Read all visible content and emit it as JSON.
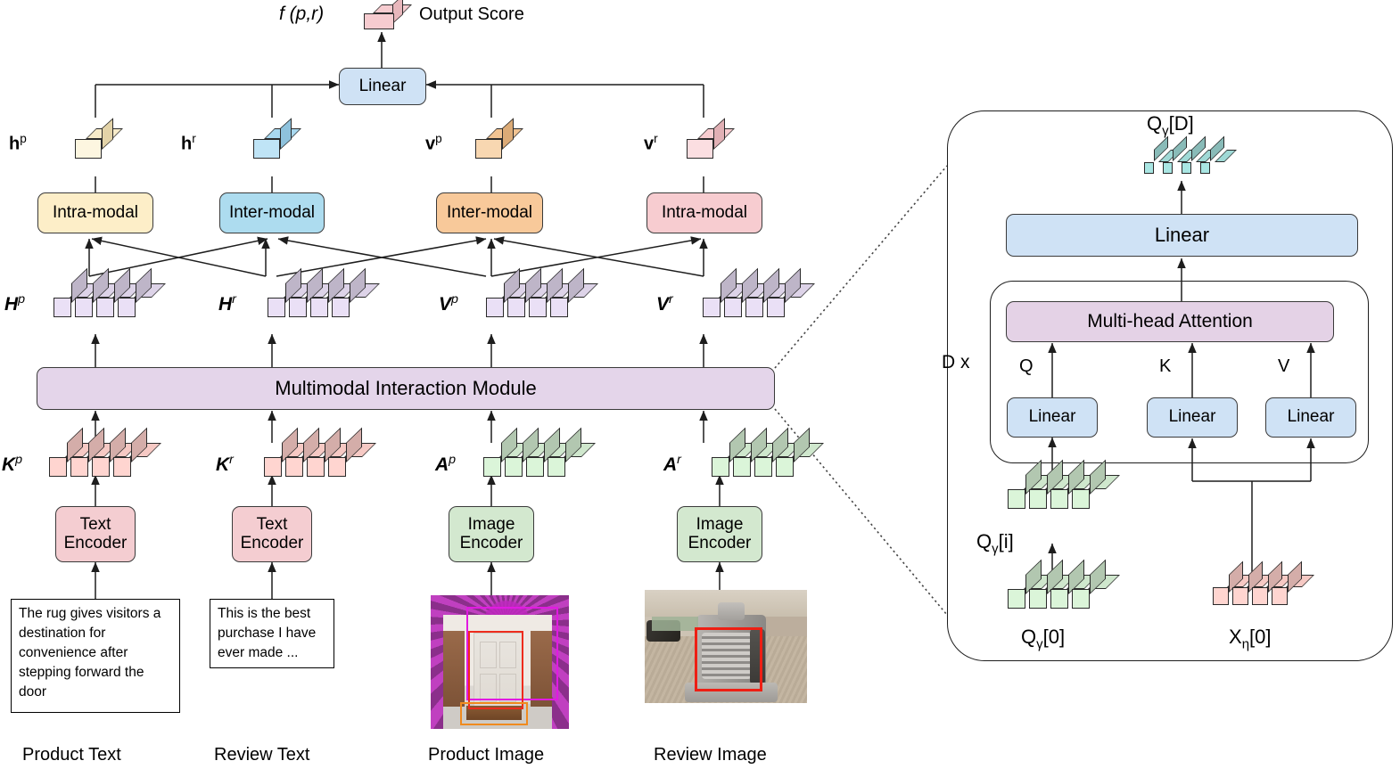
{
  "diagram": {
    "title_elements": {
      "output_fn": "f (p,r)",
      "output_score_label": "Output Score"
    },
    "top": {
      "linear_label": "Linear",
      "vector_labels": [
        "h",
        "h",
        "v",
        "v"
      ],
      "vector_superscripts": [
        "p",
        "r",
        "p",
        "r"
      ]
    },
    "modal_boxes": [
      {
        "label": "Intra-modal",
        "color": "#fdeec8"
      },
      {
        "label": "Inter-modal",
        "color": "#addcef"
      },
      {
        "label": "Inter-modal",
        "color": "#f8c99a"
      },
      {
        "label": "Intra-modal",
        "color": "#f7ccd0"
      }
    ],
    "mid_sequences": [
      {
        "label": "H",
        "sup": "p",
        "color": "#ddd3e8"
      },
      {
        "label": "H",
        "sup": "r",
        "color": "#ddd3e8"
      },
      {
        "label": "V",
        "sup": "p",
        "color": "#ddd3e8"
      },
      {
        "label": "V",
        "sup": "r",
        "color": "#ddd3e8"
      }
    ],
    "interaction_module": {
      "label": "Multimodal Interaction Module",
      "color": "#e4d5ea"
    },
    "input_sequences": [
      {
        "label": "K",
        "sup": "p",
        "color": "#f6c9c4"
      },
      {
        "label": "K",
        "sup": "r",
        "color": "#f6c9c4"
      },
      {
        "label": "A",
        "sup": "p",
        "color": "#cfe7cd"
      },
      {
        "label": "A",
        "sup": "r",
        "color": "#cfe7cd"
      }
    ],
    "encoders": [
      {
        "line1": "Text",
        "line2": "Encoder",
        "color": "#f4cdd1"
      },
      {
        "line1": "Text",
        "line2": "Encoder",
        "color": "#f4cdd1"
      },
      {
        "line1": "Image",
        "line2": "Encoder",
        "color": "#d3e8cf"
      },
      {
        "line1": "Image",
        "line2": "Encoder",
        "color": "#d3e8cf"
      }
    ],
    "inputs": [
      {
        "kind": "text",
        "content": "The rug gives visitors a destination for convenience after stepping forward the door",
        "caption": "Product Text"
      },
      {
        "kind": "text",
        "content": "This is the best purchase I have ever made ...",
        "caption": "Review Text"
      },
      {
        "kind": "image",
        "alt": "doorway entryway with bounding boxes",
        "caption": "Product Image"
      },
      {
        "kind": "image",
        "alt": "vacuum cleaner on carpet with bounding box",
        "caption": "Review Image"
      }
    ]
  },
  "detail_panel": {
    "output_label": "Q",
    "output_sub": "γ",
    "output_index": "[D]",
    "top_linear_label": "Linear",
    "repeat_label": "D x",
    "attention_label": "Multi-head Attention",
    "qkv_labels": [
      "Q",
      "K",
      "V"
    ],
    "qkv_linear_labels": [
      "Linear",
      "Linear",
      "Linear"
    ],
    "mid_label": "Q",
    "mid_sub": "γ",
    "mid_index": "[i]",
    "bottom_left_label": "Q",
    "bottom_left_sub": "γ",
    "bottom_left_index": "[0]",
    "bottom_right_label": "X",
    "bottom_right_sub": "η",
    "bottom_right_index": "[0]"
  },
  "colors": {
    "linear_blue": "#cfe2f5",
    "attention_purple": "#e4d2e6",
    "mim_purple": "#e4d5ea",
    "token_purple": "#ddd3e8",
    "token_pink": "#f6c9c4",
    "token_green": "#cfe7cd",
    "token_cyan": "#9fd9d6",
    "score_pink": "#f7ccd0",
    "hp_cream": "#f7ebc9",
    "hr_blue": "#a8d8ef",
    "vp_orange": "#f1c392",
    "vr_pink": "#f7ccd0",
    "stroke": "#2a2a2a"
  }
}
